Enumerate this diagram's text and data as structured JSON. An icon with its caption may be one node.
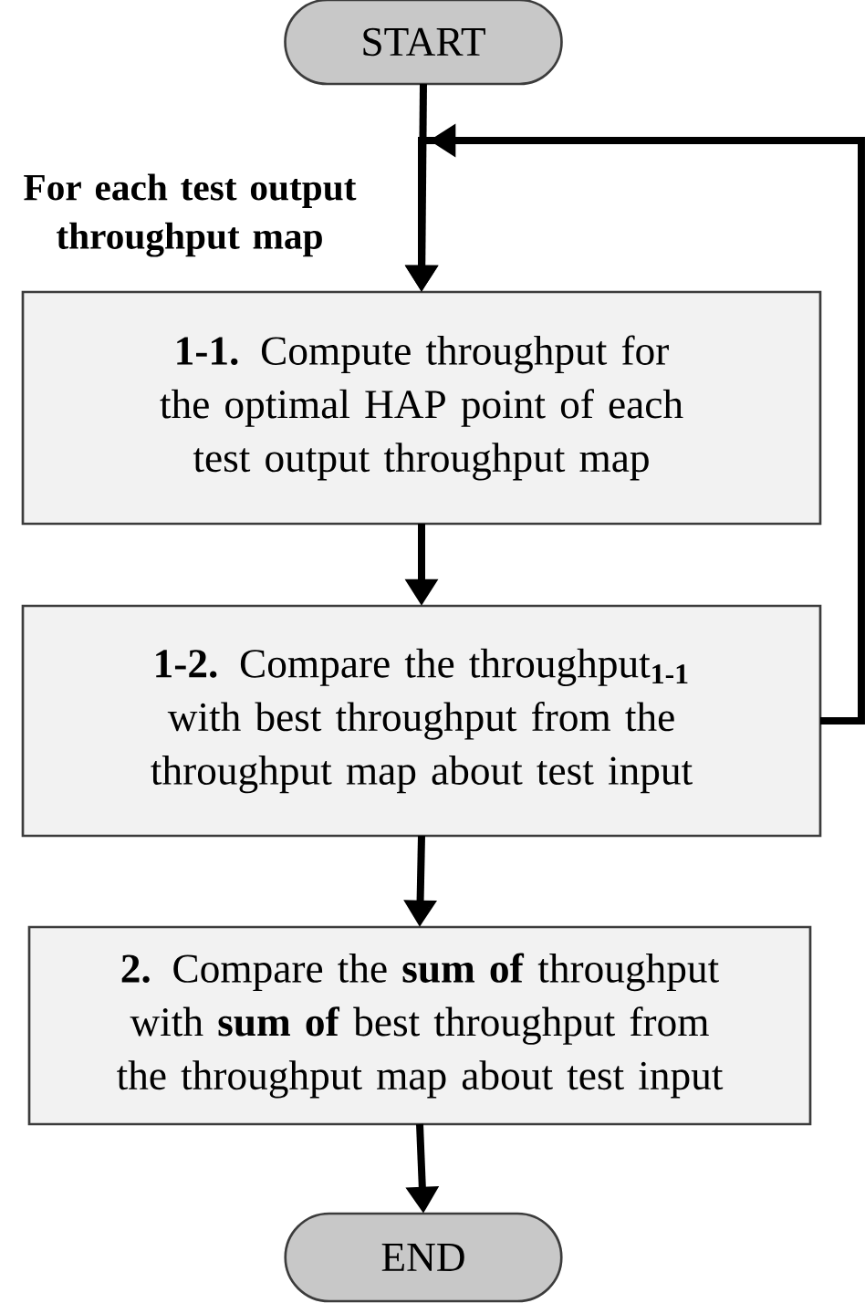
{
  "diagram": {
    "nodes": [
      {
        "text": [
          "START"
        ]
      },
      {
        "text": [
          "**1-1.** Compute throughput for the optimal HAP point of each test output throughput map"
        ]
      },
      {
        "text": [
          "**1-2.** Compare the throughput**$_{1-1}$** with best throughput from the throughput map about test input"
        ]
      },
      {
        "text": [
          "**2.** Compare the **sum of** throughput with **sum of** best throughput from the throughput map about test input"
        ]
      },
      {
        "text": [
          "END"
        ]
      }
    ],
    "edges": [
      {
        "from": 0,
        "to": 1,
        "arrow": "to",
        "label": "For each test output throughput map"
      },
      {
        "from": 1,
        "to": 2,
        "arrow": "to"
      },
      {
        "from": 2,
        "to": 3,
        "arrow": "to"
      },
      {
        "from": 3,
        "to": 4,
        "arrow": "to"
      },
      {
        "from": 2,
        "to": 1,
        "arrow": "to"
      }
    ]
  }
}
